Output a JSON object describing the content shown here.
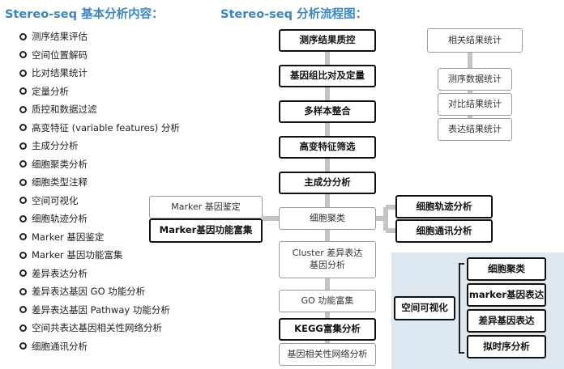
{
  "left_title": "Stereo-seq 基本分析内容：",
  "right_title": "Stereo-seq 分析流程图：",
  "content_list": [
    "测序结果评估",
    "空间位置解码",
    "比对结果统计",
    "定量分析",
    "质控和数据过滤",
    "高变特征 (variable features) 分析",
    "主成分分析",
    "细胞聚类分析",
    "细胞类型注释",
    "空间可视化",
    "细胞轨迹分析",
    "Marker 基因鉴定",
    "Marker 基因功能富集",
    "差异表达分析",
    "差异表达基因 GO 功能分析",
    "差异表达基因 Pathway 功能分析",
    "空间共表达基因相关性网络分析",
    "细胞通讯分析"
  ],
  "flow": {
    "main": {
      "qc": "测序结果质控",
      "align": "基因组比对及定量",
      "integrate": "多样本整合",
      "hvg": "高变特征筛选",
      "pca": "主成分分析",
      "cluster": "细胞聚类",
      "deg": "Cluster 差异表达\n基因分析",
      "go": "GO 功能富集",
      "kegg": "KEGG富集分析",
      "network": "基因相关性网络分析"
    },
    "marker": {
      "identify": "Marker 基因鉴定",
      "enrich": "Marker基因功能富集"
    },
    "cell_right": {
      "trajectory": "细胞轨迹分析",
      "communication": "细胞通讯分析"
    },
    "stats": {
      "header": "相关结果统计",
      "items": [
        "测序数据统计",
        "对比结果统计",
        "表达结果统计"
      ]
    },
    "spatial": {
      "main": "空间可视化",
      "items": [
        "细胞聚类",
        "marker基因表达",
        "差异基因表达",
        "拟时序分析"
      ]
    }
  }
}
